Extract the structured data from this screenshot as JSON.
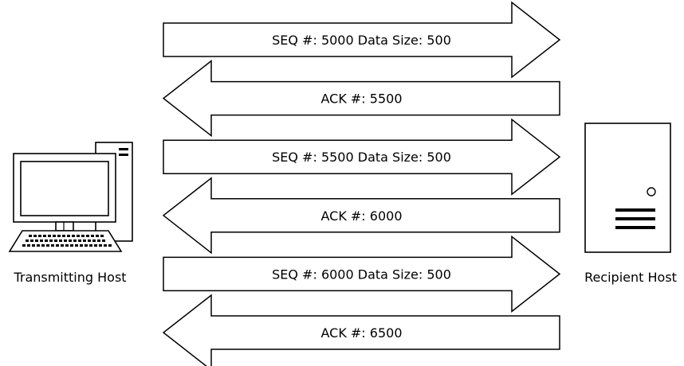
{
  "diagram": {
    "hosts": {
      "transmitting": {
        "label": "Transmitting Host",
        "icon": "desktop-computer-icon"
      },
      "recipient": {
        "label": "Recipient Host",
        "icon": "server-tower-icon"
      }
    },
    "messages": [
      {
        "direction": "right",
        "label": "SEQ #: 5000 Data Size: 500"
      },
      {
        "direction": "left",
        "label": "ACK #: 5500"
      },
      {
        "direction": "right",
        "label": "SEQ #: 5500 Data Size: 500"
      },
      {
        "direction": "left",
        "label": "ACK #: 6000"
      },
      {
        "direction": "right",
        "label": "SEQ #: 6000 Data Size: 500"
      },
      {
        "direction": "left",
        "label": "ACK #: 6500"
      }
    ]
  },
  "colors": {
    "stroke": "#000000",
    "fill": "#ffffff"
  }
}
